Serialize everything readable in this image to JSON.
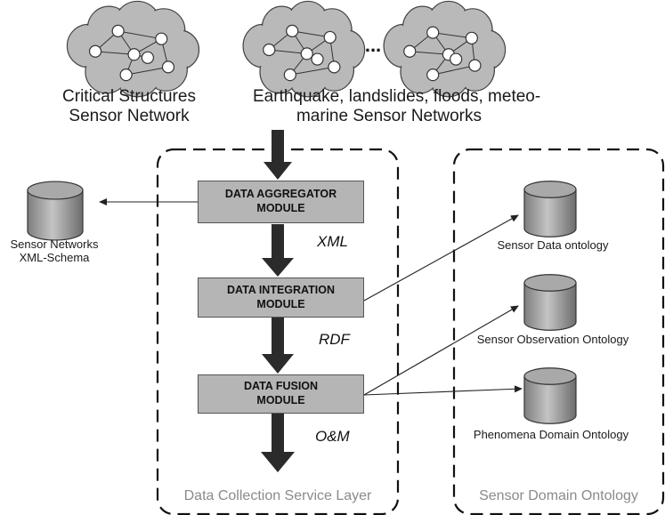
{
  "clouds": {
    "critical_label_line1": "Critical Structures",
    "critical_label_line2": "Sensor Network",
    "hazard_label_line1": "Earthquake, landslides, floods, meteo-",
    "hazard_label_line2": "marine Sensor Networks",
    "ellipsis": "..."
  },
  "modules": [
    {
      "line1": "DATA AGGREGATOR",
      "line2": "MODULE"
    },
    {
      "line1": "DATA INTEGRATION",
      "line2": "MODULE"
    },
    {
      "line1": "DATA FUSION",
      "line2": "MODULE"
    }
  ],
  "formats": [
    "XML",
    "RDF",
    "O&M"
  ],
  "databases": {
    "xml_schema_line1": "Sensor Networks",
    "xml_schema_line2": "XML-Schema",
    "sensor_data": "Sensor Data ontology",
    "sensor_observation": "Sensor Observation Ontology",
    "phenomena_domain": "Phenomena Domain Ontology"
  },
  "layers": {
    "collection": "Data Collection Service Layer",
    "ontology": "Sensor Domain Ontology"
  },
  "colors": {
    "module_fill": "#b5b5b5",
    "cylinder_fill": "#9a9a9a",
    "cloud_fill": "#b9b9b9",
    "arrow": "#2b2b2b",
    "layer_border": "#111111"
  }
}
